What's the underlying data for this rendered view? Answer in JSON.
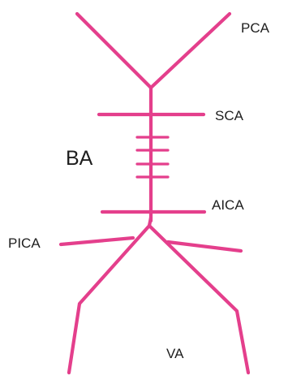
{
  "diagram": {
    "vessel_color": "#e43f8c",
    "text_color": "#1e1e1e",
    "labels": {
      "pca": "PCA",
      "sca": "SCA",
      "ba": "BA",
      "aica": "AICA",
      "pica": "PICA",
      "va": "VA"
    }
  }
}
